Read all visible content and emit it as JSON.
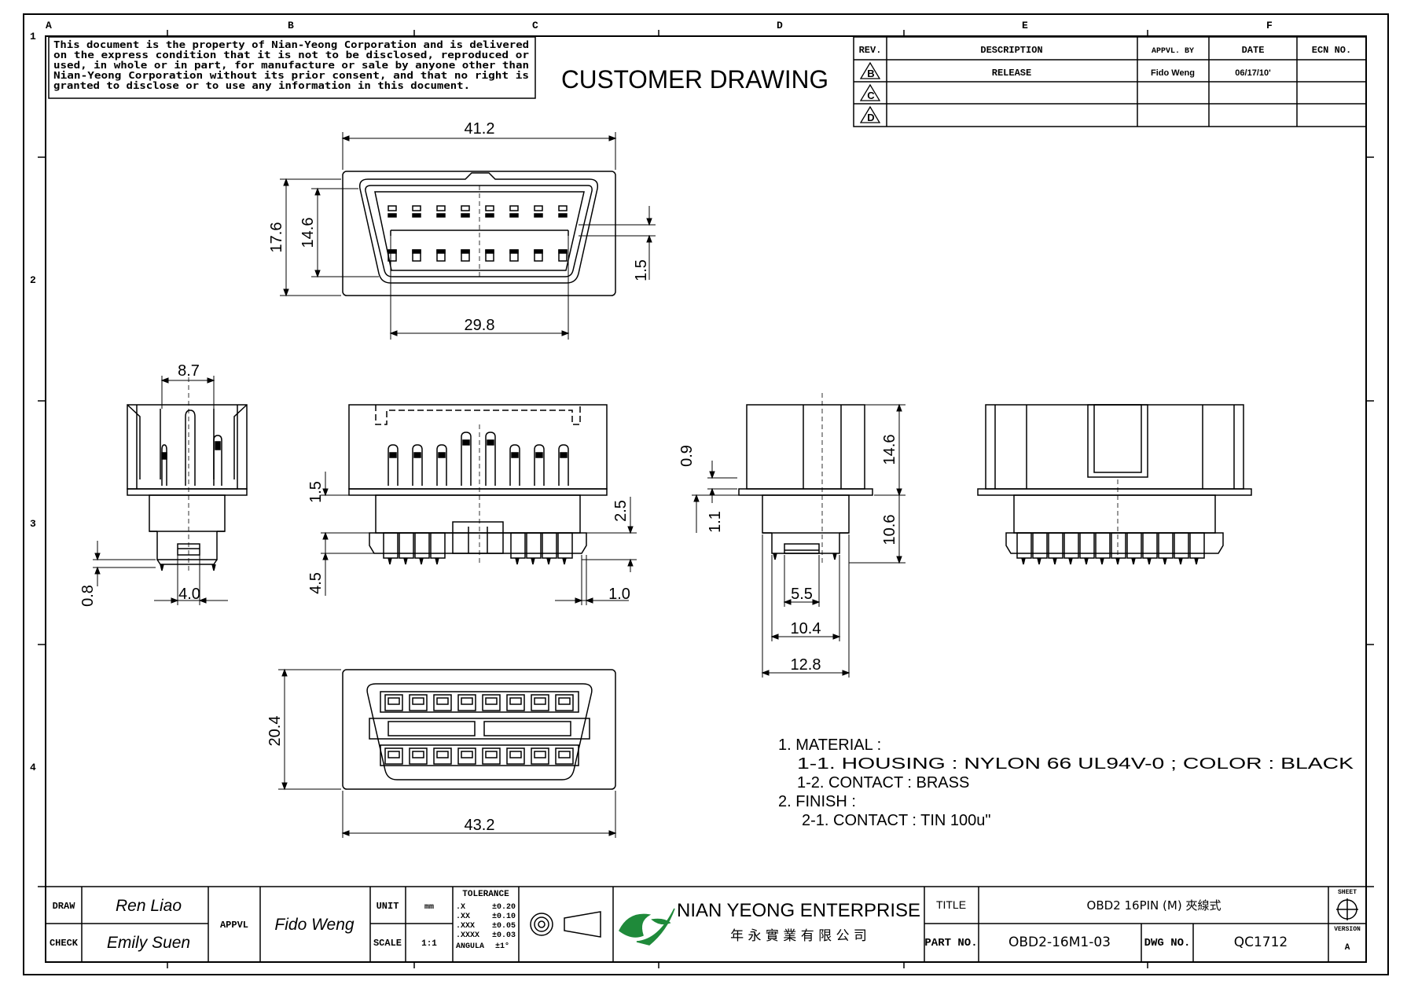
{
  "border": {
    "columns": [
      "A",
      "B",
      "C",
      "D",
      "E",
      "F"
    ],
    "rows": [
      "1",
      "2",
      "3",
      "4"
    ]
  },
  "notice": [
    "This document is the property of Nian-Yeong Corporation and is delivered",
    "on  the  express condition that it is not to be disclosed, reproduced or",
    "used, in whole or in part, for manufacture or sale by anyone other than",
    "Nian-Yeong Corporation without  its prior consent, and that  no right  is",
    "granted  to  disclose  or  to  use any  information  in  this   document."
  ],
  "drawing_title": "CUSTOMER  DRAWING",
  "revision_table": {
    "headers": [
      "REV.",
      "DESCRIPTION",
      "APPVL. BY",
      "DATE",
      "ECN NO."
    ],
    "rows": [
      {
        "rev": "B",
        "description": "RELEASE",
        "appvl": "Fido Weng",
        "date": "06/17/10'",
        "ecn": ""
      },
      {
        "rev": "C",
        "description": "",
        "appvl": "",
        "date": "",
        "ecn": ""
      },
      {
        "rev": "D",
        "description": "",
        "appvl": "",
        "date": "",
        "ecn": ""
      }
    ]
  },
  "dimensions": {
    "top_width": "41.2",
    "top_height": "17.6",
    "top_inner_height": "14.6",
    "top_pin_gap": "1.5",
    "top_pin_span": "29.8",
    "side_width": "8.7",
    "side_offset": "0.8",
    "side_tail": "4.0",
    "front_flange": "1.5",
    "front_tail": "4.5",
    "front_pin": "2.5",
    "front_end": "1.0",
    "r_flange": "0.9",
    "r_step": "1.1",
    "r_body": "14.6",
    "r_lower": "10.6",
    "r_w1": "5.5",
    "r_w2": "10.4",
    "r_w3": "12.8",
    "bottom_height": "20.4",
    "bottom_width": "43.2"
  },
  "notes": [
    "1.  MATERIAL  :",
    "1-1.  HOUSING  :  NYLON  66    UL94V-0  ;  COLOR  :  BLACK",
    "1-2.  CONTACT  :  BRASS",
    "2.  FINISH  :",
    "2-1.  CONTACT  :  TIN  100u\""
  ],
  "title_block": {
    "draw_label": "DRAW",
    "draw_name": "Ren  Liao",
    "check_label": "CHECK",
    "check_name": "Emily  Suen",
    "appvl_label": "APPVL",
    "appvl_name": "Fido  Weng",
    "unit_label": "UNIT",
    "unit_value": "mm",
    "scale_label": "SCALE",
    "scale_value": "1:1",
    "tolerance_title": "TOLERANCE",
    "tolerance_rows": [
      {
        "k": ".X",
        "v": "±0.20"
      },
      {
        "k": ".XX",
        "v": "±0.10"
      },
      {
        "k": ".XXX",
        "v": "±0.05"
      },
      {
        "k": ".XXXX",
        "v": "±0.03"
      },
      {
        "k": "ANGULA",
        "v": "±1°"
      }
    ],
    "company_name": "NIAN YEONG ENTERPRISE",
    "company_cn": "年 永 實 業 有 限 公 司",
    "title_label": "TITLE",
    "title_value": "OBD2  16PIN  (M)  夾線式",
    "part_label": "PART NO.",
    "part_value": "OBD2-16M1-03",
    "dwg_label": "DWG NO.",
    "dwg_value": "QC1712",
    "sheet_label": "SHEET",
    "version_label": "VERSION",
    "version_value": "A"
  }
}
